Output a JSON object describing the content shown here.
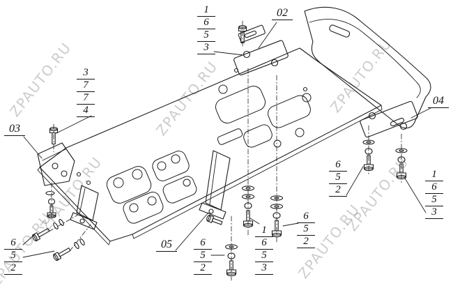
{
  "watermark": {
    "text": "ZPAUTO.RU"
  },
  "callouts": {
    "item02": "02",
    "item03": "03",
    "item04": "04",
    "item05": "05"
  },
  "part_stacks": {
    "top_center": [
      "1",
      "6",
      "5",
      "3"
    ],
    "upper_left": [
      "3",
      "7",
      "7",
      "4"
    ],
    "right_inner": [
      "6",
      "5",
      "2"
    ],
    "right_outer": [
      "1",
      "6",
      "5",
      "3"
    ],
    "bottom_left": [
      "6",
      "5",
      "2"
    ],
    "bottom_center_left": [
      "6",
      "5",
      "2"
    ],
    "bottom_center": [
      "1",
      "6",
      "5",
      "3"
    ],
    "bottom_center_right": [
      "6",
      "5",
      "2"
    ]
  }
}
